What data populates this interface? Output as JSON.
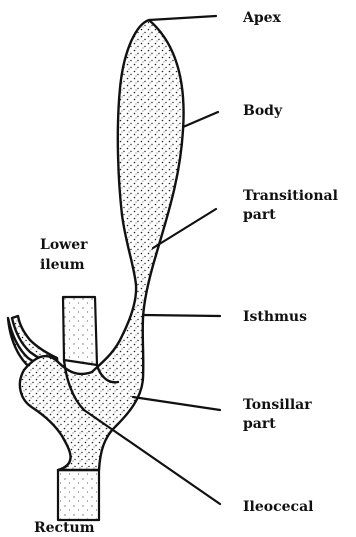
{
  "labels": {
    "apex": "Apex",
    "body": "Body",
    "transitional_line1": "Transitional",
    "transitional_line2": "part",
    "isthmus": "Isthmus",
    "tonsillar_line1": "Tonsillar",
    "tonsillar_line2": "part",
    "ileocecal": "Ileocecal",
    "lower_ileum_line1": "Lower",
    "lower_ileum_line2": "ileum",
    "rectum": "Rectum"
  },
  "colors": {
    "ink": "#111111",
    "paper": "#ffffff"
  }
}
